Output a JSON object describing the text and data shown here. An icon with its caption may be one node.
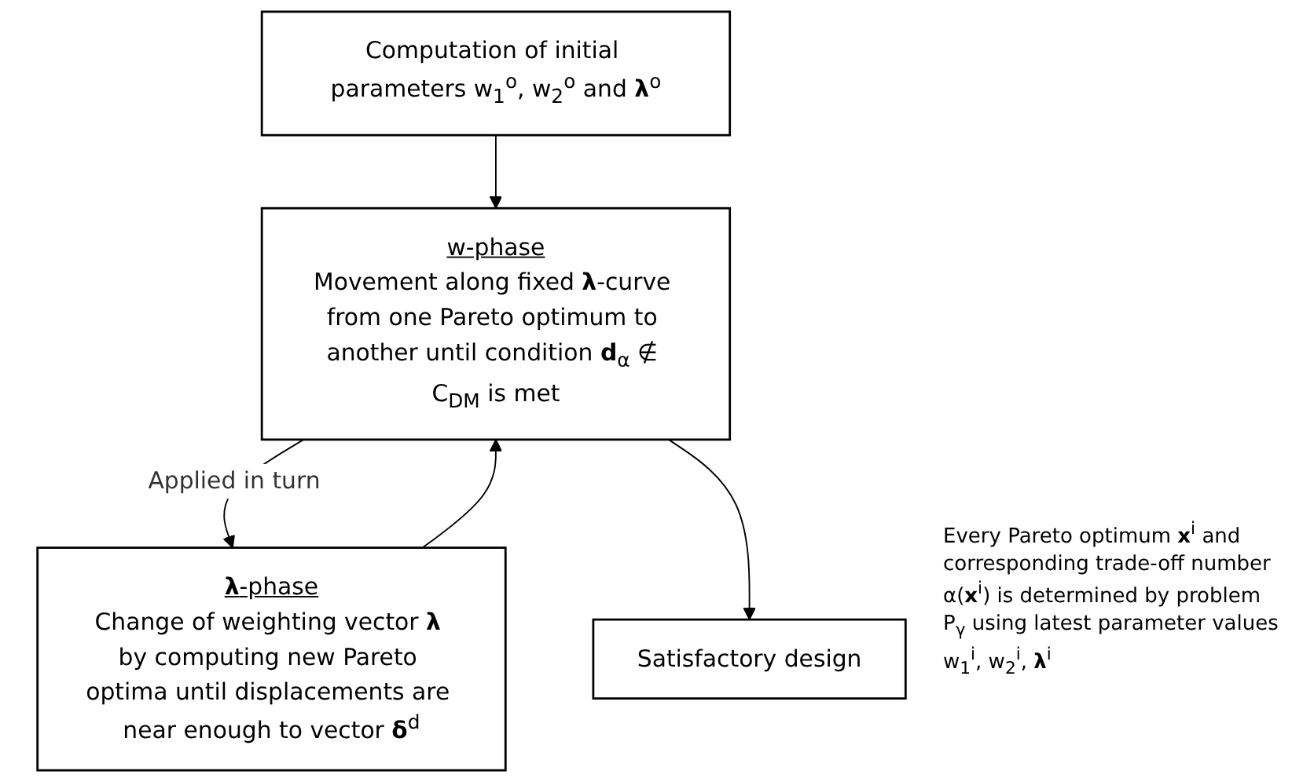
{
  "diagram": {
    "nodes": [
      {
        "text": [
          "Computation of initial parameters w$_{1}$$^{o}$, w$_{2}$$^{o}$ and **λ**$^{o}$"
        ]
      },
      {
        "text": [
          "w-phase",
          "Movement along fixed **λ**-curve from one Pareto optimum to another until condition **d**$_{α}$ ∉ C$_{DM}$ is met"
        ]
      },
      {
        "text": [
          "**λ**-phase",
          "Change of weighting vector **λ** by computing new Pareto optima until displacements are near enough to vector **δ**$^{d}$"
        ]
      },
      {
        "text": [
          "Satisfactory design"
        ]
      }
    ],
    "edges": [
      {
        "from": 0,
        "to": 1,
        "arrow": "to"
      },
      {
        "from": 1,
        "to": 2,
        "arrow": "to",
        "label": "Applied in turn"
      },
      {
        "from": 2,
        "to": 1,
        "arrow": "to"
      },
      {
        "from": 1,
        "to": 3,
        "arrow": "to"
      }
    ],
    "labels": [
      "Every Pareto optimum **x**$^{i}$ and corresponding trade-off number α(**x**$^{i}$) is determined by problem P$_{γ}$ using latest parameter values w$_{1}$$^{i}$, w$_{2}$$^{i}$, **λ**$^{i}$"
    ]
  }
}
